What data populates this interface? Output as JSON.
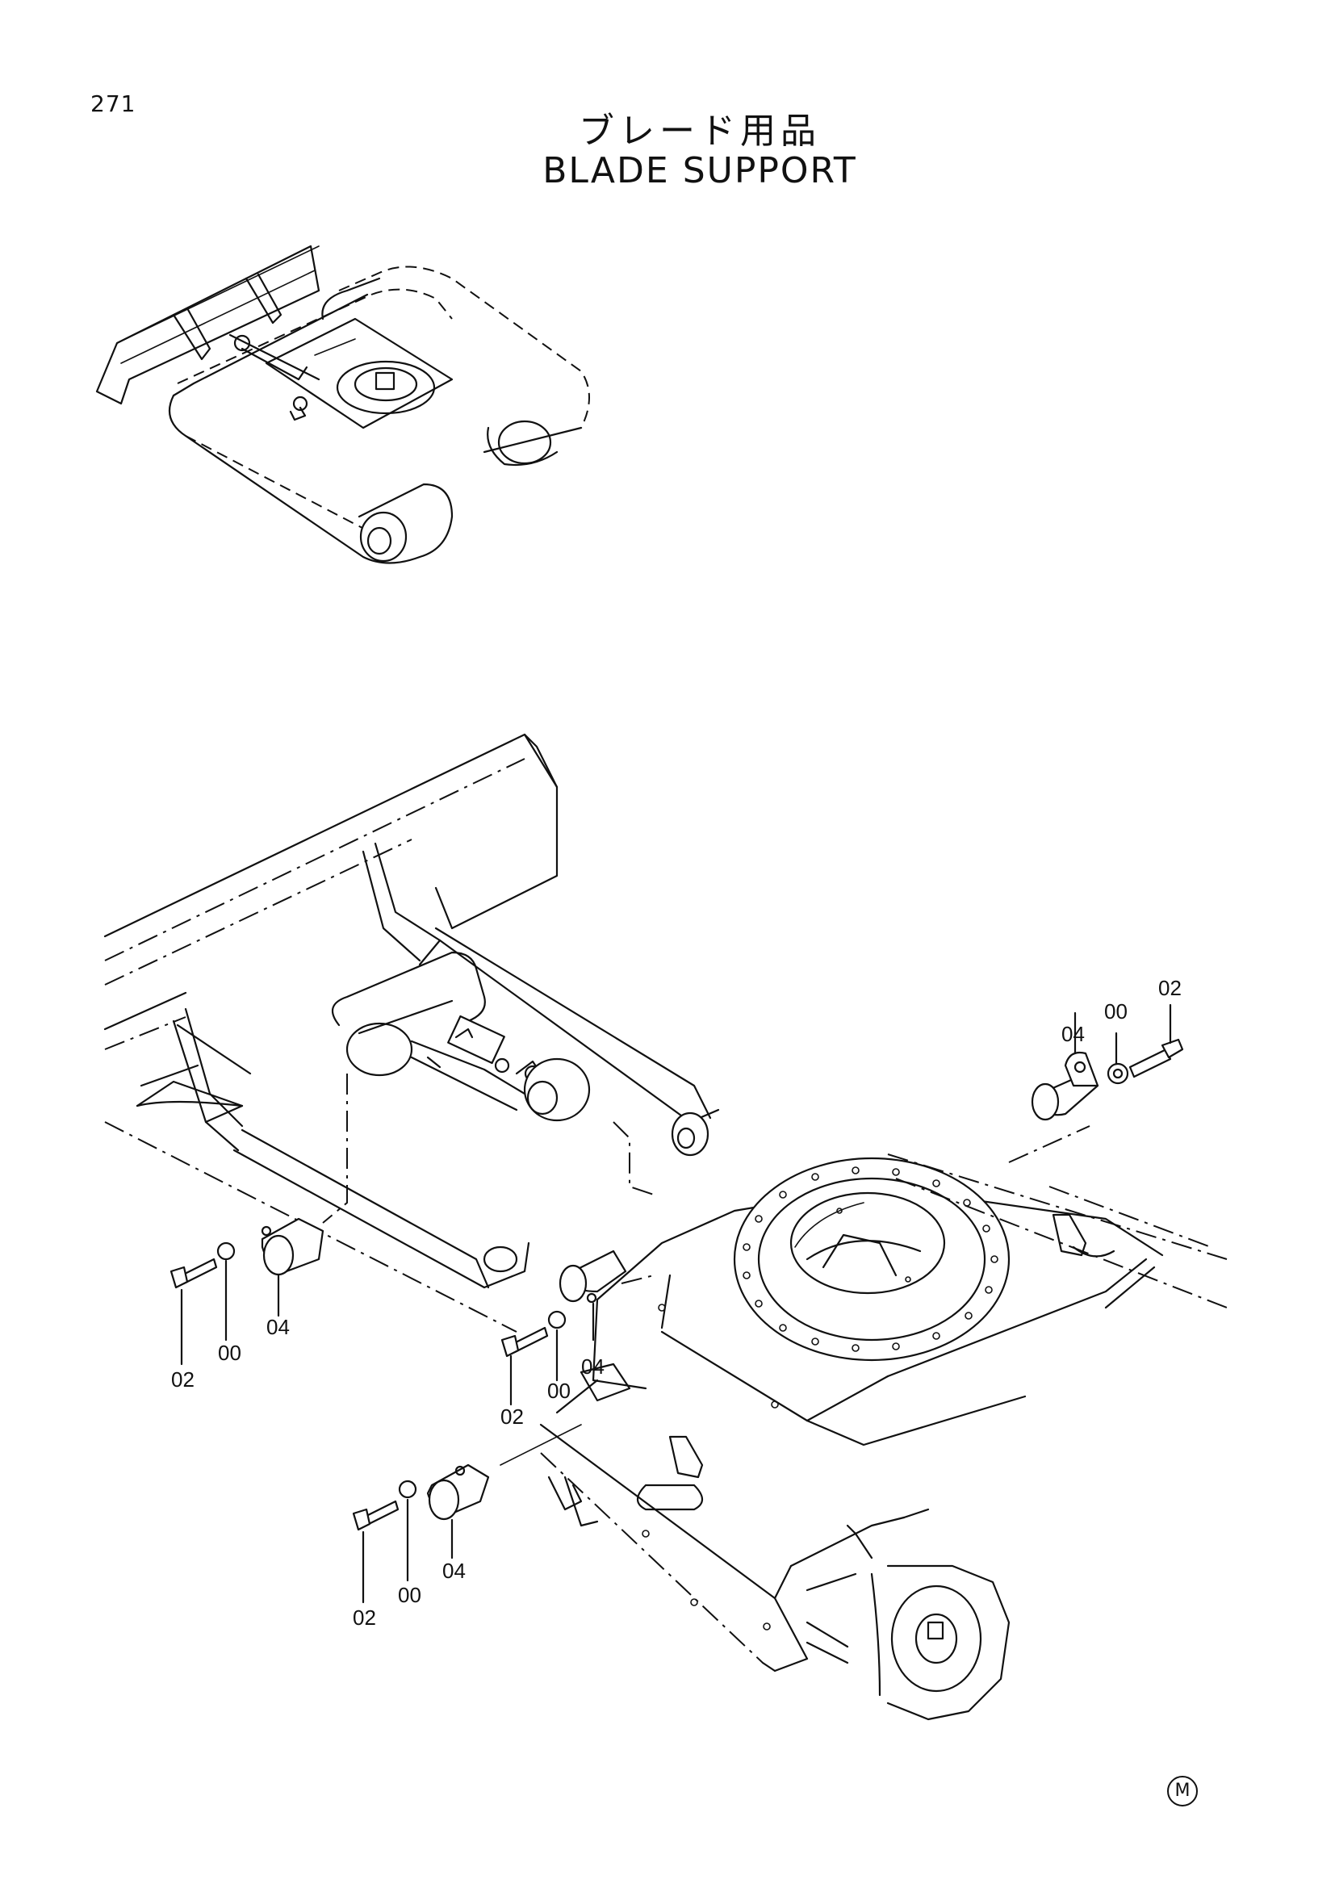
{
  "page": {
    "number": "271",
    "title_jp": "ブレード用品",
    "title_en": "BLADE SUPPORT",
    "mark": "M"
  },
  "callouts": {
    "right_02": "02",
    "right_00": "00",
    "right_04": "04",
    "left_02": "02",
    "left_00": "00",
    "left_04": "04",
    "mid_02": "02",
    "mid_00": "00",
    "mid_04": "04",
    "low_02": "02",
    "low_00": "00",
    "low_04": "04"
  }
}
